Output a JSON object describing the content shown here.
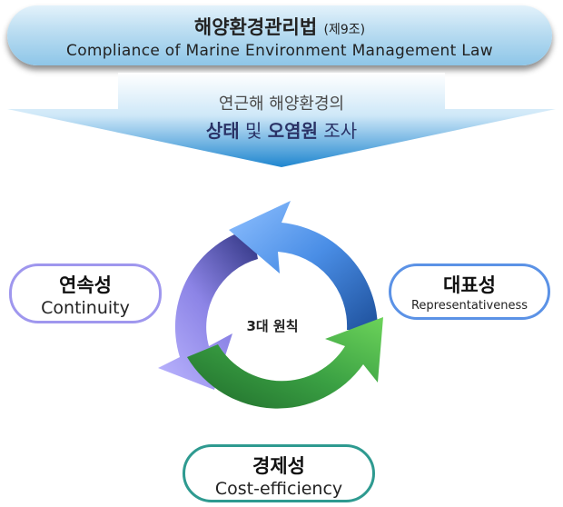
{
  "header": {
    "title": "해양환경관리법",
    "title_note": "(제9조)",
    "subtitle": "Compliance of Marine Environment Management Law"
  },
  "arrow": {
    "line1": "연근해 해양환경의",
    "line2_part1": "상태",
    "line2_part2": "및",
    "line2_part3": "오염원",
    "line2_part4": "조사"
  },
  "cycle": {
    "center_label": "3대 원칙"
  },
  "principles": {
    "left": {
      "korean": "연속성",
      "english": "Continuity"
    },
    "right": {
      "korean": "대표성",
      "english": "Representativeness"
    },
    "bottom": {
      "korean": "경제성",
      "english": "Cost-efficiency"
    }
  },
  "colors": {
    "banner": "#a9d5ef",
    "arrow": "#2e8fd0",
    "cycle_blue": "#3f7fd8",
    "cycle_green": "#3aa043",
    "cycle_purple": "#8c84e6",
    "pill_left_border": "#9f97ee",
    "pill_right_border": "#5b92e6",
    "pill_bottom_border": "#2e9a90"
  }
}
